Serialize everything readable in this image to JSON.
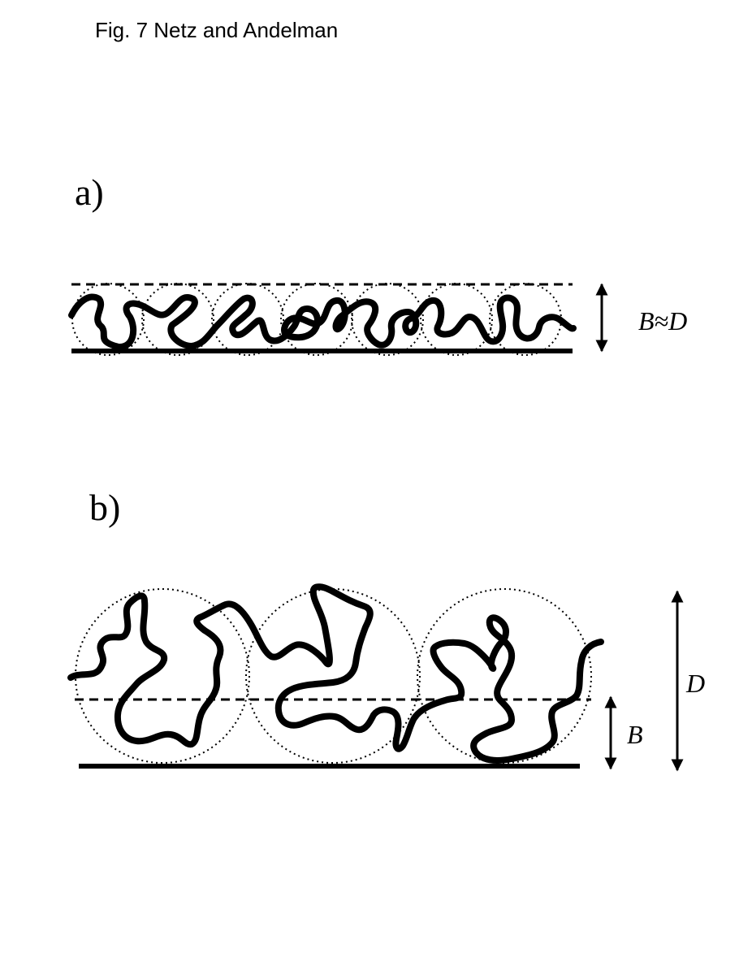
{
  "caption": "Fig. 7 Netz and Andelman",
  "panel_a": {
    "label": "a)",
    "dimension_label": "B≈D"
  },
  "panel_b": {
    "label": "b)",
    "height_label_small": "B",
    "height_label_large": "D"
  }
}
